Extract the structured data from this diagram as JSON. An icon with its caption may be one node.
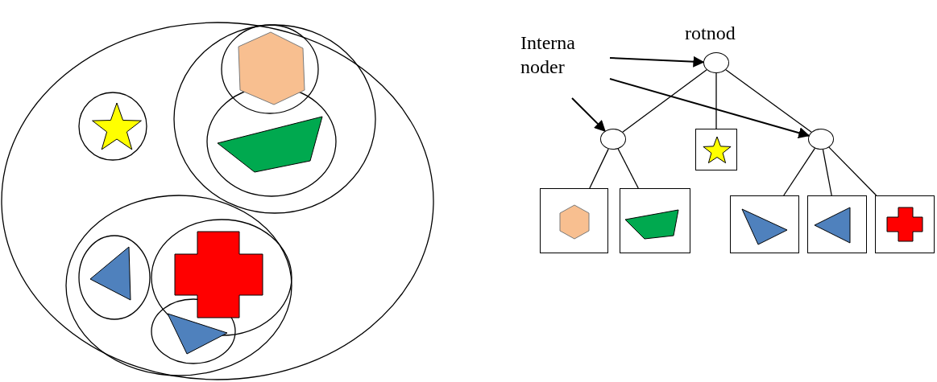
{
  "diagram": {
    "nodes": [
      {
        "text": [
          "Interna noder"
        ]
      },
      {
        "text": [],
        "shape": "circle",
        "beside": [
          "rotnod"
        ]
      },
      {
        "text": [],
        "shape": "circle"
      },
      {
        "text": [],
        "shape": "box"
      },
      {
        "text": [],
        "shape": "circle"
      },
      {
        "text": [],
        "shape": "box"
      },
      {
        "text": [],
        "shape": "box"
      },
      {
        "text": [],
        "shape": "box"
      },
      {
        "text": [],
        "shape": "box"
      },
      {
        "text": [],
        "shape": "box"
      }
    ],
    "edges": [
      {
        "from": 0,
        "to": 1,
        "arrow": "to"
      },
      {
        "from": 0,
        "to": 4,
        "arrow": "to"
      },
      {
        "from": 0,
        "to": 2,
        "arrow": "to"
      },
      {
        "from": 1,
        "to": 2,
        "arrow": "none"
      },
      {
        "from": 1,
        "to": 3,
        "arrow": "none"
      },
      {
        "from": 1,
        "to": 4,
        "arrow": "none"
      },
      {
        "from": 2,
        "to": 5,
        "arrow": "none"
      },
      {
        "from": 2,
        "to": 6,
        "arrow": "none"
      },
      {
        "from": 4,
        "to": 7,
        "arrow": "none"
      },
      {
        "from": 4,
        "to": 8,
        "arrow": "none"
      },
      {
        "from": 4,
        "to": 9,
        "arrow": "none"
      }
    ]
  }
}
